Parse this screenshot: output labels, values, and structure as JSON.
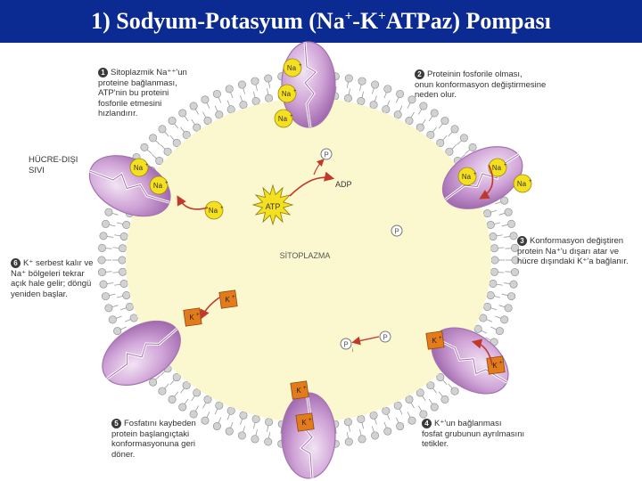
{
  "title": {
    "prefix": "1) Sodyum-Potasyum (Na",
    "sup1": "+",
    "mid": "-K",
    "sup2": "+",
    "suffix": "ATPaz) Pompası"
  },
  "labels": {
    "extracellular": "HÜCRE-DIŞI\nSIVI",
    "cytoplasm": "SİTOPLAZMA",
    "atp": "ATP",
    "adp": "ADP",
    "phosphate": "P",
    "phosphate_inorganic": "P",
    "phosphate_sub": "i",
    "na": "Na",
    "k": "K",
    "ion_sup": "+"
  },
  "steps": [
    {
      "num": "1",
      "text": "Sitoplazmik Na⁺⁺'un\nproteine bağlanması,\nATP'nin bu proteini\nfosforile etmesini\nhızlandırır."
    },
    {
      "num": "2",
      "text": "Proteinin fosforile olması,\nonun konformasyon değiştirmesine\nneden olur."
    },
    {
      "num": "3",
      "text": "Konformasyon değiştiren\nprotein Na⁺'u dışarı atar ve\nhücre dışındaki K⁺'a bağlanır."
    },
    {
      "num": "4",
      "text": "K⁺'un bağlanması\nfosfat grubunun ayrılmasını\ntetikler."
    },
    {
      "num": "5",
      "text": "Fosfatını kaybeden\nprotein başlangıçtaki\nkonformasyonuna geri\ndöner."
    },
    {
      "num": "6",
      "text": "K⁺ serbest kalır ve\nNa⁺ bölgeleri tekrar\naçık hale gelir; döngü\nyeniden başlar."
    }
  ],
  "colors": {
    "title_bg": "#0b2a92",
    "title_text": "#ffffff",
    "cytoplasm": "#fbf8cf",
    "membrane_head": "#d2d2d2",
    "protein": "#c89ad0",
    "protein_dark": "#a372b0",
    "na_ion": "#f4e01e",
    "k_ion": "#e37b1b",
    "arrow": "#c0392b"
  }
}
